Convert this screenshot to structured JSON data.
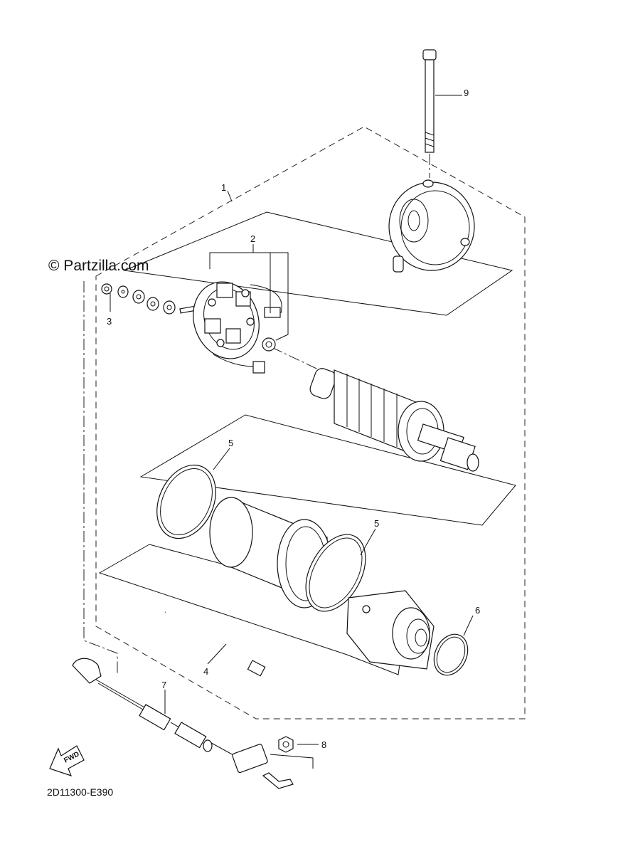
{
  "watermark": "© Partzilla.com",
  "diagram_code": "2D11300-E390",
  "fwd_label": "FWD",
  "callouts": {
    "c1": "1",
    "c2": "2",
    "c3": "3",
    "c4": "4",
    "c5a": "5",
    "c5b": "5",
    "c6": "6",
    "c7": "7",
    "c8": "8",
    "c9": "9"
  }
}
